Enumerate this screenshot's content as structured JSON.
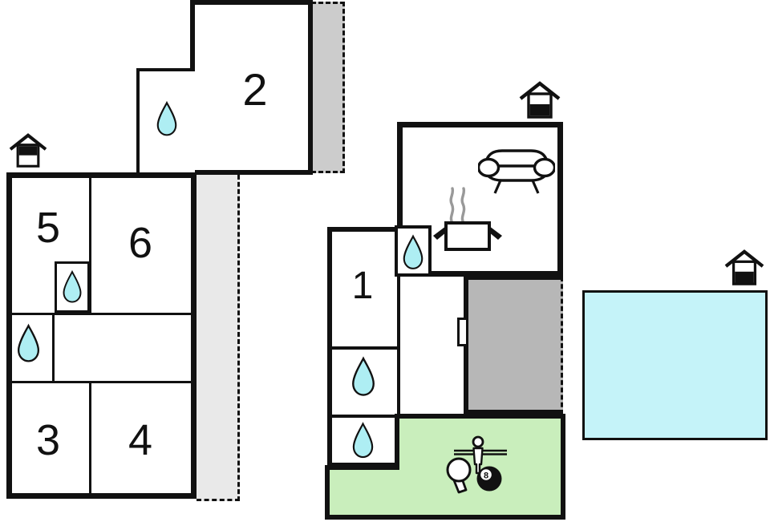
{
  "rooms": {
    "r1": "1",
    "r2": "2",
    "r3": "3",
    "r4": "4",
    "r5": "5",
    "r6": "6"
  },
  "billiards": {
    "ball_label": "8"
  },
  "colors": {
    "wall": "#111111",
    "drop_fill": "#aeeef3",
    "pool_fill": "#c5f3f9",
    "lawn_fill": "#c9eebc",
    "terrace_fill": "#b7b7b7",
    "balcony_fill": "#cccccc",
    "strip_fill": "#e9e9e9",
    "steam_color": "#999999"
  },
  "icons": {
    "water_drop": "shower/bathroom water drop",
    "entrance_upper_floor": "house entrance marker (upper floor, roof with black upper band)",
    "entrance_ground_floor": "house entrance marker (ground floor, black lower band)",
    "sofa": "living room sofa",
    "cooking_pot": "kitchen pot with steam",
    "foosball_player": "table football player on rod",
    "table_tennis": "table tennis paddle",
    "billiard_ball": "8-ball",
    "door_handle": "terrace door handle",
    "pool": "swimming pool",
    "lawn": "games lawn area",
    "terrace": "covered terrace",
    "balcony": "open balcony / dashed terrace"
  }
}
